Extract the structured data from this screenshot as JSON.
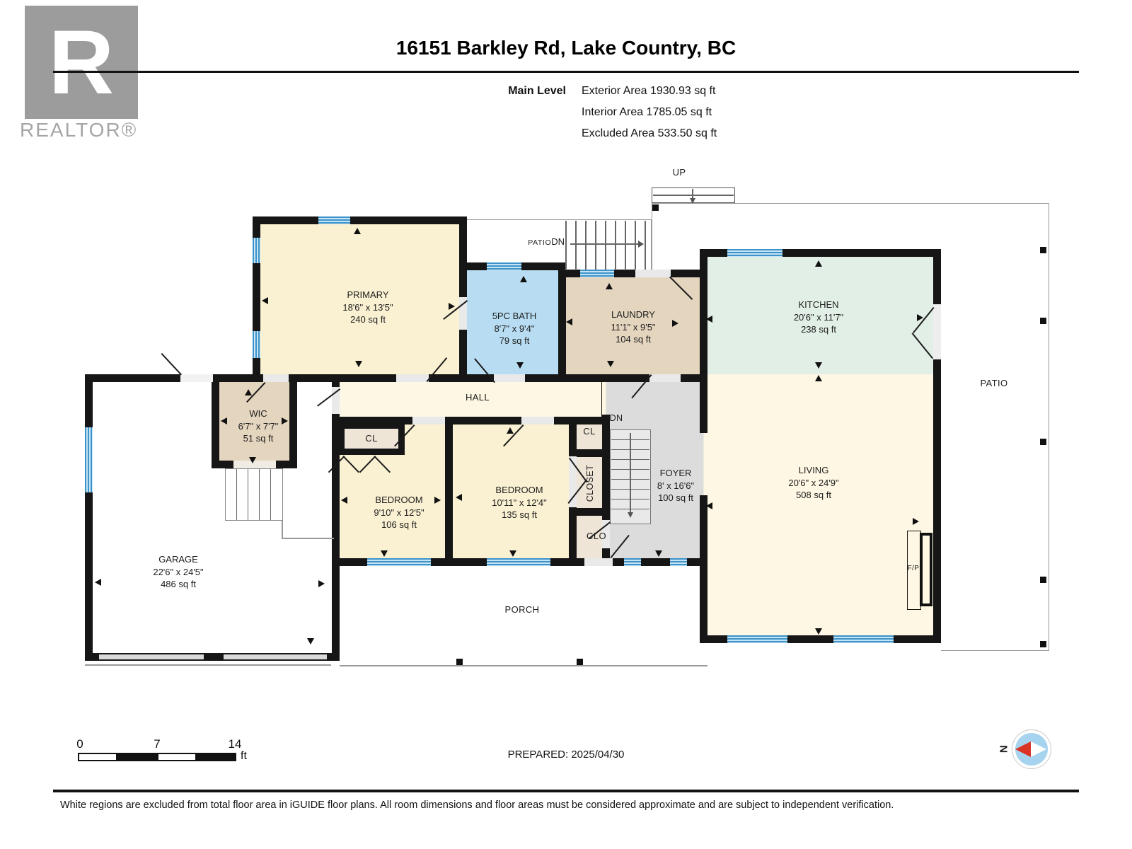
{
  "header": {
    "logo_letter": "R",
    "logo_text": "REALTOR®",
    "title": "16151 Barkley Rd, Lake Country, BC",
    "level_label": "Main Level",
    "stat1": "Exterior Area 1930.93 sq ft",
    "stat2": "Interior Area 1785.05 sq ft",
    "stat3": "Excluded Area 533.50 sq ft"
  },
  "rooms": {
    "primary": {
      "name": "PRIMARY",
      "dims": "18'6\" x 13'5\"",
      "area": "240 sq ft"
    },
    "bath": {
      "name": "5PC BATH",
      "dims": "8'7\" x 9'4\"",
      "area": "79 sq ft"
    },
    "laundry": {
      "name": "LAUNDRY",
      "dims": "11'1\" x 9'5\"",
      "area": "104 sq ft"
    },
    "kitchen": {
      "name": "KITCHEN",
      "dims": "20'6\" x 11'7\"",
      "area": "238 sq ft"
    },
    "living": {
      "name": "LIVING",
      "dims": "20'6\" x 24'9\"",
      "area": "508 sq ft"
    },
    "wic": {
      "name": "WIC",
      "dims": "6'7\" x 7'7\"",
      "area": "51 sq ft"
    },
    "garage": {
      "name": "GARAGE",
      "dims": "22'6\" x 24'5\"",
      "area": "486 sq ft"
    },
    "bedroom1": {
      "name": "BEDROOM",
      "dims": "9'10\" x 12'5\"",
      "area": "106 sq ft"
    },
    "bedroom2": {
      "name": "BEDROOM",
      "dims": "10'11\" x 12'4\"",
      "area": "135 sq ft"
    },
    "foyer": {
      "name": "FOYER",
      "dims": "8' x 16'6\"",
      "area": "100 sq ft"
    },
    "hall": {
      "name": "HALL"
    },
    "porch": {
      "name": "PORCH"
    }
  },
  "outdoor": {
    "patio_side": "PATIO",
    "patio_top": "PATIO",
    "patio_top_dn": "DN"
  },
  "closets": {
    "cl_bedroom1": "CL",
    "cl_top": "CL",
    "closet": "CLOSET",
    "clo": "CLO"
  },
  "stairs": {
    "up": "UP",
    "dn_foyer": "DN"
  },
  "fireplace": "F/P",
  "scale_bar": {
    "t0": "0",
    "t7": "7",
    "t14": "14",
    "unit": "ft"
  },
  "footer": {
    "prepared": "PREPARED: 2025/04/30",
    "disclaimer": "White regions are excluded from total floor area in iGUIDE floor plans. All room dimensions and floor areas must be considered approximate and are subject to independent verification.",
    "compass_n": "N"
  },
  "colors": {
    "wall": "#161616",
    "window_blue": "#3d94ca",
    "room_cream": "#faf1d2",
    "room_blue": "#b8ddf2",
    "room_tan": "#e4d5bf",
    "room_mint": "#e2efe6",
    "room_pale": "#fdf7e3",
    "foyer_gray": "#dcdcdc"
  }
}
